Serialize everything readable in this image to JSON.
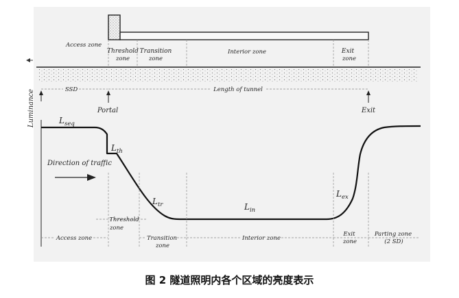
{
  "diagram": {
    "top": {
      "access_zone": "Access zone",
      "threshold_a": "Threshold",
      "threshold_b": "zone",
      "transition_a": "Transition",
      "transition_b": "zone",
      "interior": "Interior zone",
      "exit_a": "Exit",
      "exit_b": "zone",
      "ssd": "SSD",
      "length_of_tunnel": "Length of tunnel",
      "portal": "Portal",
      "exit": "Exit"
    },
    "curve": {
      "luminance": "Luminance",
      "l_seq_main": "L",
      "l_seq_sub": "seq",
      "l_th_main": "L",
      "l_th_sub": "th",
      "l_tr_main": "L",
      "l_tr_sub": "tr",
      "l_in_main": "L",
      "l_in_sub": "in",
      "l_ex_main": "L",
      "l_ex_sub": "ex",
      "direction": "Direction of traffic"
    },
    "bottom": {
      "threshold_a": "Threshold",
      "threshold_b": "zone",
      "access_zone": "Access zone",
      "transition_a": "Transition",
      "transition_b": "zone",
      "interior": "Interior zone",
      "exit_a": "Exit",
      "exit_b": "zone",
      "parting_a": "Parting zone",
      "parting_b": "(2 SD)"
    }
  },
  "caption": "图 2  隧道照明内各个区域的亮度表示",
  "colors": {
    "ink": "#222222",
    "panel": "#f2f2f2",
    "dash": "#999999"
  }
}
